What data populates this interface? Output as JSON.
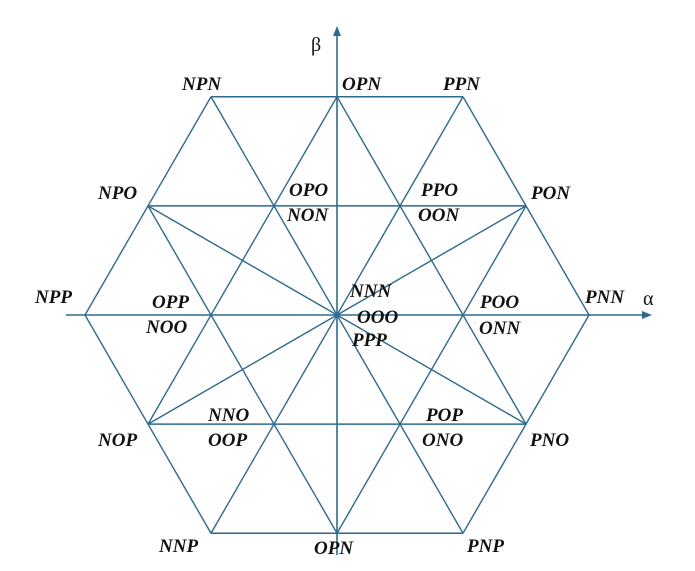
{
  "diagram": {
    "line_color": "#2e6a8e",
    "label_color": "#111111",
    "axes": {
      "alpha_label": "α",
      "beta_label": "β"
    },
    "outer_vectors": {
      "pnn": "PNN",
      "ppn": "PPN",
      "npn": "NPN",
      "npp": "NPP",
      "nnp": "NNP",
      "pnp": "PNP"
    },
    "middle_vectors": {
      "pon": "PON",
      "opn_top": "OPN",
      "npo": "NPO",
      "nop": "NOP",
      "opn_bottom": "OPN",
      "pno": "PNO"
    },
    "small_vectors": {
      "poo": "POO",
      "onn": "ONN",
      "ppo": "PPO",
      "oon": "OON",
      "opo": "OPO",
      "non": "NON",
      "opp": "OPP",
      "noo": "NOO",
      "nno": "NNO",
      "oop": "OOP",
      "pop": "POP",
      "ono": "ONO"
    },
    "zero_vectors": {
      "nnn": "NNN",
      "ooo": "OOO",
      "ppp": "PPP"
    }
  }
}
